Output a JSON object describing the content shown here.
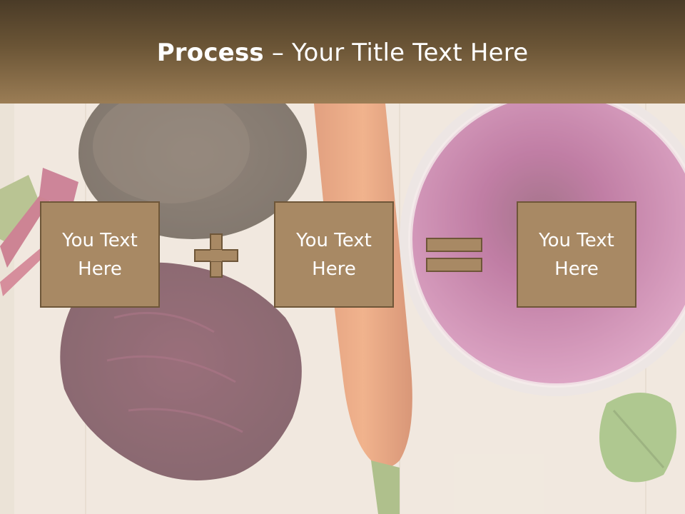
{
  "slide": {
    "title_bold": "Process",
    "title_rest": " – Your Title Text Here"
  },
  "process": {
    "boxes": [
      {
        "text": "You Text\nHere"
      },
      {
        "text": "You Text\nHere"
      },
      {
        "text": "You Text\nHere"
      }
    ],
    "operators": [
      "plus-icon",
      "equals-icon"
    ]
  },
  "colors": {
    "header_dark": "#4a3b27",
    "header_light": "#9b7d55",
    "box_fill": "#a88964",
    "box_border": "#6e5638",
    "text": "#ffffff"
  }
}
